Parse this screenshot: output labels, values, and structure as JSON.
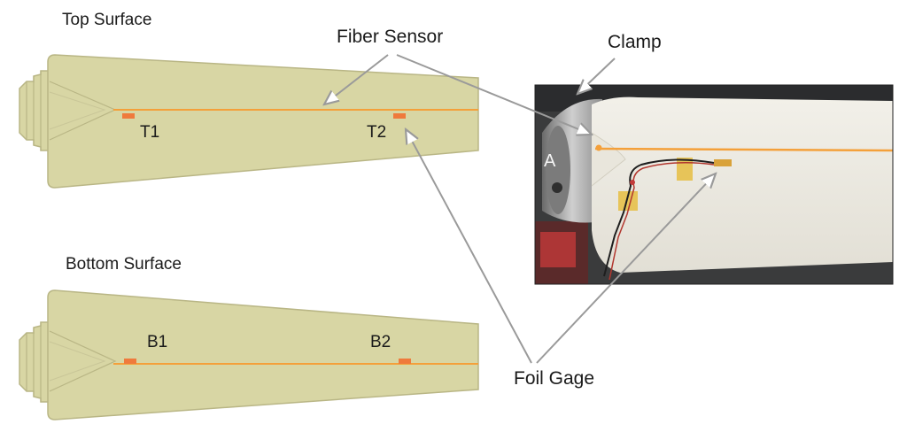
{
  "top_panel": {
    "title": "Top Surface",
    "gauges": [
      {
        "id": "top-gauge-1",
        "label": "T1"
      },
      {
        "id": "top-gauge-2",
        "label": "T2"
      }
    ]
  },
  "bottom_panel": {
    "title": "Bottom Surface",
    "gauges": [
      {
        "id": "bottom-gauge-1",
        "label": "B1"
      },
      {
        "id": "bottom-gauge-2",
        "label": "B2"
      }
    ]
  },
  "callouts": {
    "fiber_sensor": "Fiber Sensor",
    "clamp": "Clamp",
    "foil_gage": "Foil Gage"
  },
  "photo": {
    "clamp_letter": "A"
  },
  "colors": {
    "blade_fill": "#d8d6a4",
    "blade_edge": "#b9b685",
    "fiber_line": "#f4a03a",
    "gauge": "#ef7a3c",
    "arrow": "#9a9a9a"
  }
}
